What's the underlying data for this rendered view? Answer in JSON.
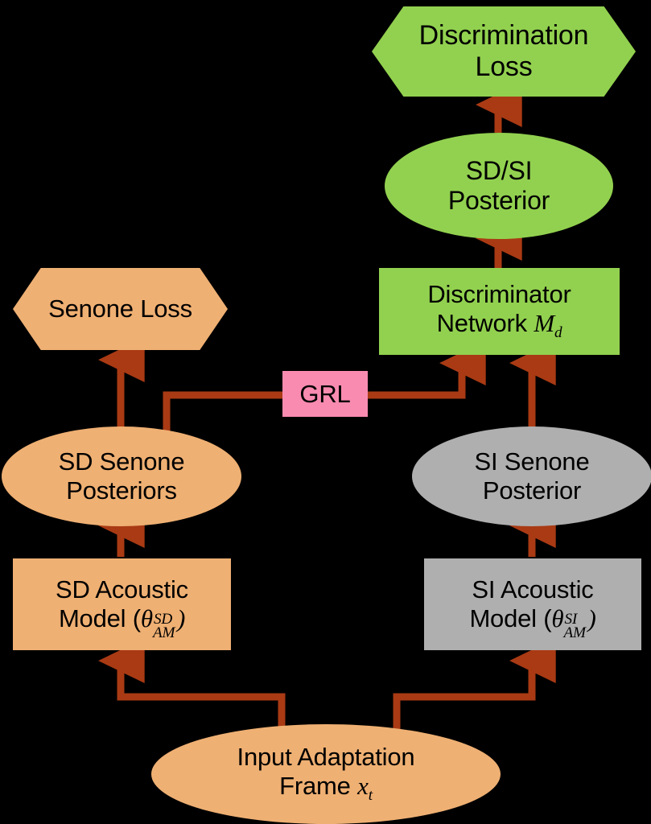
{
  "diagram": {
    "title": "Adversarial speaker adaptation with gradient reversal layer",
    "background_color": "#000000",
    "palette": {
      "green": "#92D14F",
      "orange": "#EFB073",
      "gray": "#AFAFAF",
      "pink": "#F98BB0",
      "arrow": "#A93A14",
      "text": "#000000"
    },
    "nodes": [
      {
        "id": "discrimination_loss",
        "shape": "hexagon",
        "color": "#92D14F",
        "lines": [
          "Discrimination",
          "Loss"
        ]
      },
      {
        "id": "sd_si_posterior",
        "shape": "ellipse",
        "color": "#92D14F",
        "lines": [
          "SD/SI",
          "Posterior"
        ]
      },
      {
        "id": "discriminator_network",
        "shape": "rect",
        "color": "#92D14F",
        "lines": [
          "Discriminator",
          "Network"
        ],
        "math": "M_d",
        "math_base": "M",
        "math_sub": "d"
      },
      {
        "id": "senone_loss",
        "shape": "hexagon",
        "color": "#EFB073",
        "lines": [
          "Senone Loss"
        ]
      },
      {
        "id": "grl",
        "shape": "rect",
        "color": "#F98BB0",
        "lines": [
          "GRL"
        ]
      },
      {
        "id": "sd_senone_posteriors",
        "shape": "ellipse",
        "color": "#EFB073",
        "lines": [
          "SD Senone",
          "Posteriors"
        ]
      },
      {
        "id": "si_senone_posterior",
        "shape": "ellipse",
        "color": "#AFAFAF",
        "lines": [
          "SI Senone",
          "Posterior"
        ]
      },
      {
        "id": "sd_acoustic_model",
        "shape": "rect",
        "color": "#EFB073",
        "lines": [
          "SD Acoustic",
          "Model ("
        ],
        "math_base": "θ",
        "math_sup": "SD",
        "math_sub": "AM",
        "close": ")"
      },
      {
        "id": "si_acoustic_model",
        "shape": "rect",
        "color": "#AFAFAF",
        "lines": [
          "SI Acoustic",
          "Model ("
        ],
        "math_base": "θ",
        "math_sup": "SI",
        "math_sub": "AM",
        "close": ")"
      },
      {
        "id": "input_adaptation_frame",
        "shape": "ellipse",
        "color": "#EFB073",
        "lines": [
          "Input Adaptation",
          "Frame "
        ],
        "math_base": "x",
        "math_sub": "t"
      }
    ],
    "labels": {
      "discrimination_loss_l1": "Discrimination",
      "discrimination_loss_l2": "Loss",
      "sd_si_posterior_l1": "SD/SI",
      "sd_si_posterior_l2": "Posterior",
      "discriminator_network_l1": "Discriminator",
      "discriminator_network_l2": "Network ",
      "discriminator_network_m": "M",
      "discriminator_network_d": "d",
      "senone_loss": "Senone Loss",
      "grl": "GRL",
      "sd_senone_posteriors_l1": "SD Senone",
      "sd_senone_posteriors_l2": "Posteriors",
      "si_senone_posterior_l1": "SI Senone",
      "si_senone_posterior_l2": "Posterior",
      "sd_acoustic_model_l1": "SD Acoustic",
      "sd_acoustic_model_l2": "Model (",
      "sd_theta": "θ",
      "sd_theta_sup": "SD",
      "sd_theta_sub": "AM",
      "sd_acoustic_close": ")",
      "si_acoustic_model_l1": "SI Acoustic",
      "si_acoustic_model_l2": "Model (",
      "si_theta": "θ",
      "si_theta_sup": "SI",
      "si_theta_sub": "AM",
      "si_acoustic_close": ")",
      "input_frame_l1": "Input Adaptation",
      "input_frame_l2": "Frame ",
      "input_frame_x": "x",
      "input_frame_t": "t"
    },
    "edges": [
      {
        "from": "sd_si_posterior",
        "to": "discrimination_loss",
        "style": "arrow-up"
      },
      {
        "from": "discriminator_network",
        "to": "sd_si_posterior",
        "style": "arrow-up"
      },
      {
        "from": "sd_senone_posteriors",
        "to": "senone_loss",
        "style": "arrow-up"
      },
      {
        "from": "sd_senone_posteriors",
        "to": "grl",
        "style": "elbow-right"
      },
      {
        "from": "grl",
        "to": "discriminator_network",
        "style": "elbow-up-arrow"
      },
      {
        "from": "si_senone_posterior",
        "to": "discriminator_network",
        "style": "arrow-up"
      },
      {
        "from": "sd_acoustic_model",
        "to": "sd_senone_posteriors",
        "style": "arrow-up"
      },
      {
        "from": "si_acoustic_model",
        "to": "si_senone_posterior",
        "style": "arrow-up"
      },
      {
        "from": "input_adaptation_frame",
        "to": "sd_acoustic_model",
        "style": "elbow-up-arrow"
      },
      {
        "from": "input_adaptation_frame",
        "to": "si_acoustic_model",
        "style": "elbow-up-arrow"
      }
    ]
  }
}
